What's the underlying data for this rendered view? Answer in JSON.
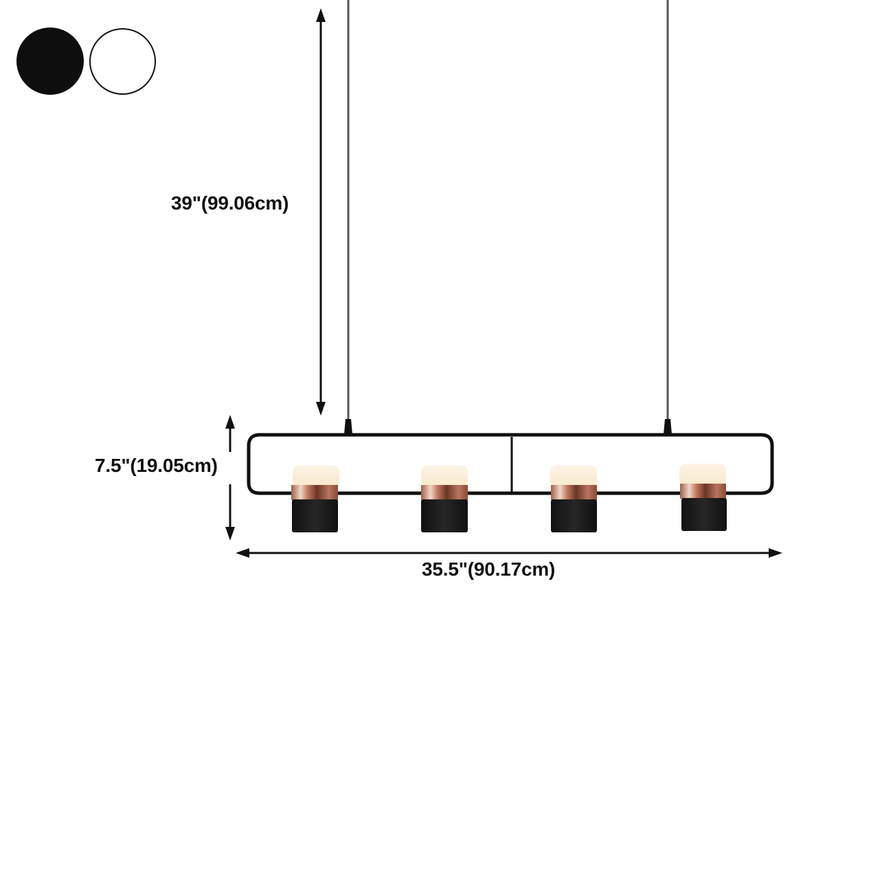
{
  "color_options": [
    {
      "name": "Black",
      "hex": "#0e0e0e"
    },
    {
      "name": "White",
      "hex": "#ffffff"
    }
  ],
  "dimensions": {
    "drop_height": "39\"(99.06cm)",
    "fixture_height": "7.5\"(19.05cm)",
    "fixture_width": "35.5\"(90.17cm)"
  },
  "product": {
    "type": "4-light linear pendant",
    "light_count": 4,
    "frame_color": "#111111",
    "shade_color": "#1a1a1a",
    "band_color": "#b87560",
    "diffuser_color": "#fbf0dc"
  }
}
